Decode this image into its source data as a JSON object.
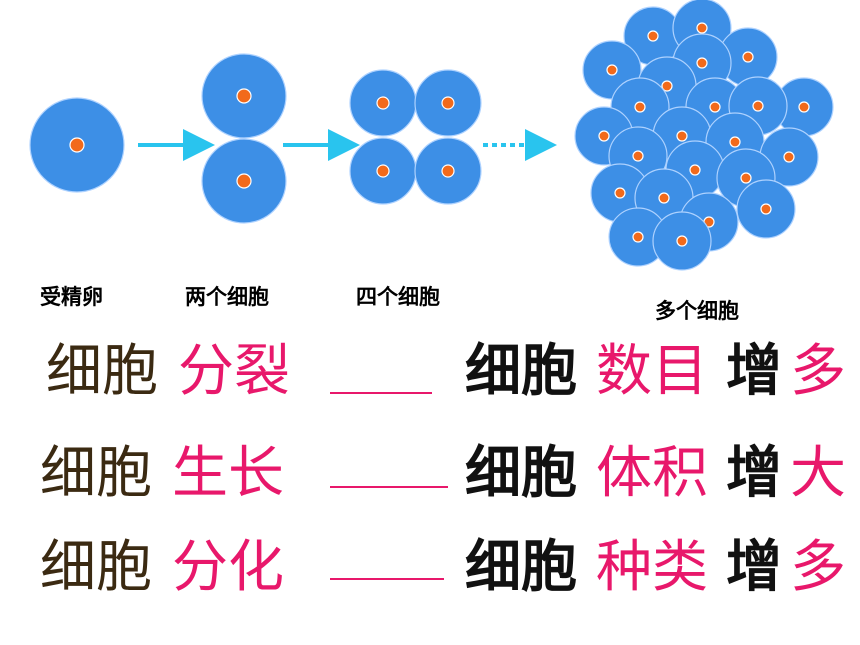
{
  "colors": {
    "cell": "#3d8fe6",
    "cell_edge": "#aed2ff",
    "nucleus": "#f26a1b",
    "arrow": "#29c4ee",
    "accent": "#e8186b",
    "text_dark": "#3b2a12"
  },
  "labels": {
    "zygote": "受精卵",
    "two_cells": "两个细胞",
    "four_cells": "四个细胞",
    "many_cells": "多个细胞"
  },
  "rows": [
    {
      "left_a": "细胞",
      "left_b": "分裂",
      "right_a": "细胞",
      "right_b": "数目",
      "right_c": "增",
      "right_d": "多"
    },
    {
      "left_a": "细胞",
      "left_b": "生长",
      "right_a": "细胞",
      "right_b": "体积",
      "right_c": "增",
      "right_d": "大"
    },
    {
      "left_a": "细胞",
      "left_b": "分化",
      "right_a": "细胞",
      "right_b": "种类",
      "right_c": "增",
      "right_d": "多"
    }
  ]
}
